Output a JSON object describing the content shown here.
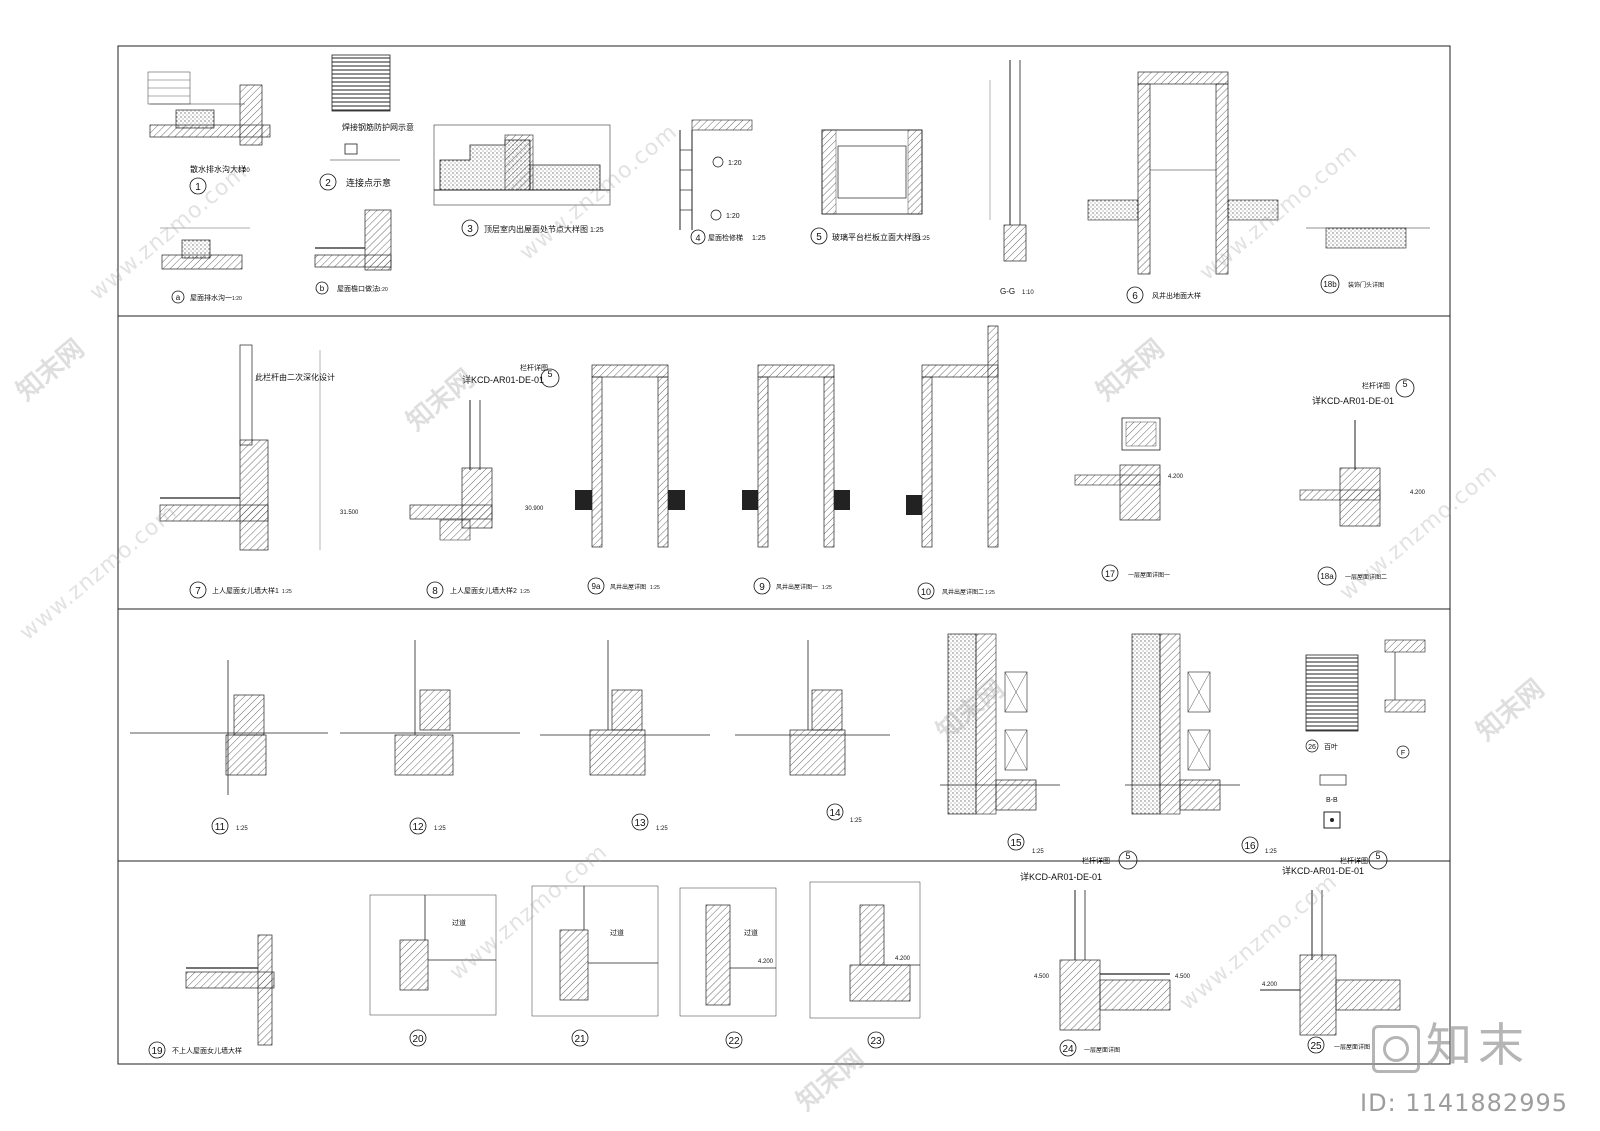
{
  "details": {
    "d1": {
      "num": "1",
      "title": "散水排水沟大样",
      "scale": "1:20"
    },
    "d2": {
      "num": "2",
      "title": "连接点示意",
      "title2": "焊接钢筋防护网示意"
    },
    "d3": {
      "num": "3",
      "title": "顶层室内出屋面处节点大样图",
      "scale": "1:25"
    },
    "d4": {
      "num": "4",
      "title": "屋面检修梯",
      "scale": "1:25",
      "sub_a": "1:20",
      "sub_b": "1:20"
    },
    "d5": {
      "num": "5",
      "title": "玻璃平台栏板立面大样图",
      "scale": "1:25"
    },
    "dgg": {
      "title": "G-G",
      "scale": "1:10"
    },
    "d6": {
      "num": "6",
      "title": "风井出地面大样"
    },
    "d18b": {
      "num": "18b",
      "title": "装饰门头详图"
    },
    "da": {
      "num": "a",
      "title": "屋面排水沟一",
      "scale": "1:20"
    },
    "db": {
      "num": "b",
      "title": "屋面檐口做法",
      "scale": "1:20"
    },
    "d7": {
      "num": "7",
      "title": "上人屋面女儿墙大样1",
      "scale": "1:25",
      "note": "此栏杆由二次深化设计",
      "elev": "31.500"
    },
    "d8": {
      "num": "8",
      "title": "上人屋面女儿墙大样2",
      "scale": "1:25",
      "ref": "详KCD-AR01-DE-01",
      "ref_title": "栏杆详图",
      "ref_num": "5",
      "elev": "30.900"
    },
    "d9a": {
      "num": "9a",
      "title": "风井出屋详图",
      "scale": "1:25"
    },
    "d9": {
      "num": "9",
      "title": "风井出屋详图一",
      "scale": "1:25"
    },
    "d10": {
      "num": "10",
      "title": "风井出屋详图二",
      "scale": "1:25"
    },
    "d17": {
      "num": "17",
      "title": "一层屋面详图一",
      "elev": "4.200"
    },
    "d18a": {
      "num": "18a",
      "title": "一层屋面详图二",
      "ref": "详KCD-AR01-DE-01",
      "ref_title": "栏杆详图",
      "ref_num": "5",
      "elev": "4.200"
    },
    "d11": {
      "num": "11",
      "scale": "1:25"
    },
    "d12": {
      "num": "12",
      "scale": "1:25"
    },
    "d13": {
      "num": "13",
      "scale": "1:25"
    },
    "d14": {
      "num": "14",
      "scale": "1:25"
    },
    "d15": {
      "num": "15",
      "scale": "1:25"
    },
    "d16": {
      "num": "16",
      "scale": "1:25"
    },
    "d26": {
      "num": "26",
      "title": "百叶"
    },
    "dF": {
      "num": "F"
    },
    "dBB": {
      "title": "B-B"
    },
    "d19": {
      "num": "19",
      "title": "不上人屋面女儿墙大样"
    },
    "d20": {
      "num": "20",
      "label": "过道"
    },
    "d21": {
      "num": "21",
      "label": "过道"
    },
    "d22": {
      "num": "22",
      "label": "过道",
      "elev": "4.200"
    },
    "d23": {
      "num": "23",
      "elev": "4.200"
    },
    "d24": {
      "num": "24",
      "title": "一层屋面详图",
      "ref": "详KCD-AR01-DE-01",
      "ref_title": "栏杆详图",
      "ref_num": "5",
      "elev1": "4.500",
      "elev2": "4.500"
    },
    "d25": {
      "num": "25",
      "title": "一层屋面详图",
      "ref": "详KCD-AR01-DE-01",
      "ref_title": "栏杆详图",
      "ref_num": "5",
      "elev": "4.200"
    }
  },
  "watermark": {
    "brand": "知末网",
    "site": "www.znzmo.com"
  },
  "logo": {
    "text": "知末"
  },
  "id_label": "ID: 1141882995",
  "colors": {
    "line": "#1a1a1a",
    "hatch": "#555555",
    "watermark": "#a0a0a0"
  }
}
